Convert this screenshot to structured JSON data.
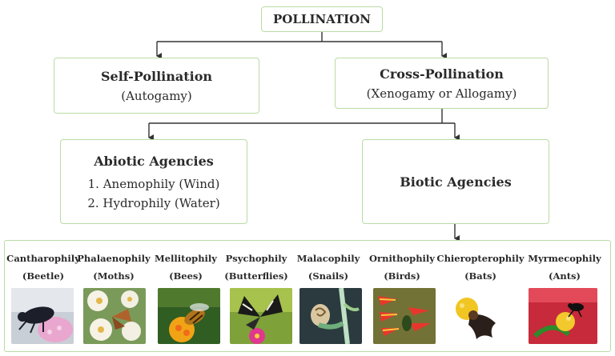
{
  "root": {
    "label": "POLLINATION"
  },
  "self": {
    "title": "Self-Pollination",
    "subtitle": "(Autogamy)"
  },
  "cross": {
    "title": "Cross-Pollination",
    "subtitle": "(Xenogamy or Allogamy)"
  },
  "abiotic": {
    "title": "Abiotic Agencies",
    "items": [
      "1. Anemophily (Wind)",
      "2. Hydrophily (Water)"
    ]
  },
  "biotic": {
    "title": "Biotic Agencies"
  },
  "agents": [
    {
      "name": "Cantharophily",
      "agent": "(Beetle)",
      "icon": "beetle-photo-icon"
    },
    {
      "name": "Phalaenophily",
      "agent": "(Moths)",
      "icon": "moth-photo-icon"
    },
    {
      "name": "Mellitophily",
      "agent": "(Bees)",
      "icon": "bee-photo-icon"
    },
    {
      "name": "Psychophily",
      "agent": "(Butterflies)",
      "icon": "butterfly-photo-icon"
    },
    {
      "name": "Malacophily",
      "agent": "(Snails)",
      "icon": "snail-photo-icon"
    },
    {
      "name": "Ornithophily",
      "agent": "(Birds)",
      "icon": "bird-photo-icon"
    },
    {
      "name": "Chieropterophily",
      "agent": "(Bats)",
      "icon": "bat-photo-icon"
    },
    {
      "name": "Myrmecophily",
      "agent": "(Ants)",
      "icon": "ant-photo-icon"
    }
  ],
  "colors": {
    "box_border": "#b9dba4",
    "connector": "#333333"
  }
}
